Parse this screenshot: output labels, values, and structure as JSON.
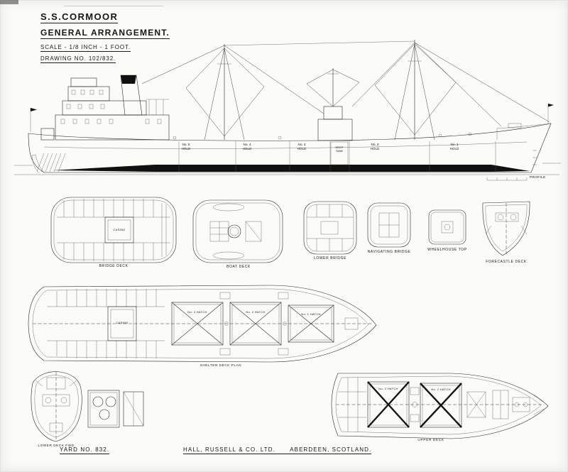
{
  "title_block": {
    "ship_name": "S.S.CORMOOR",
    "drawing_title": "GENERAL ARRANGEMENT.",
    "scale": "SCALE - 1/8 INCH - 1 FOOT.",
    "drawing_no": "DRAWING NO. 102/832."
  },
  "profile": {
    "label": "PROFILE",
    "holds": [
      {
        "no": "No. 5",
        "space": "HOLD"
      },
      {
        "no": "No. 4",
        "space": "HOLD"
      },
      {
        "no": "No. 3",
        "space": "HOLD"
      },
      {
        "no": "No. 2",
        "space": "HOLD"
      },
      {
        "no": "No. 1",
        "space": "HOLD"
      }
    ],
    "deep_tank": {
      "no": "DEEP",
      "space": "TANK"
    }
  },
  "plans": {
    "bridge_deck": {
      "label": "BRIDGE DECK",
      "casing": "CASING"
    },
    "boat_deck": {
      "label": "BOAT DECK"
    },
    "lower_bridge": {
      "label": "LOWER BRIDGE"
    },
    "navigating_bridge": {
      "label": "NAVIGATING BRIDGE"
    },
    "wheelhouse_top": {
      "label": "WHEELHOUSE TOP"
    },
    "forecastle_deck": {
      "label": "FORECASTLE DECK"
    },
    "shelter_deck": {
      "label": "SHELTER DECK PLAN",
      "casing": "CASING",
      "hatches": [
        "No. 3 HATCH",
        "No. 2 HATCH",
        "No. 1 HATCH"
      ]
    },
    "lower_deck_forward": {
      "label": "LOWER DECK FWD."
    },
    "upper_deck": {
      "label": "UPPER DECK",
      "hatches": [
        "No. 3 HATCH",
        "No. 2 HATCH"
      ]
    }
  },
  "footer": {
    "yard_no": "YARD NO. 832.",
    "builder_name": "HALL, RUSSELL & CO. LTD.",
    "builder_location": "ABERDEEN,  SCOTLAND."
  }
}
